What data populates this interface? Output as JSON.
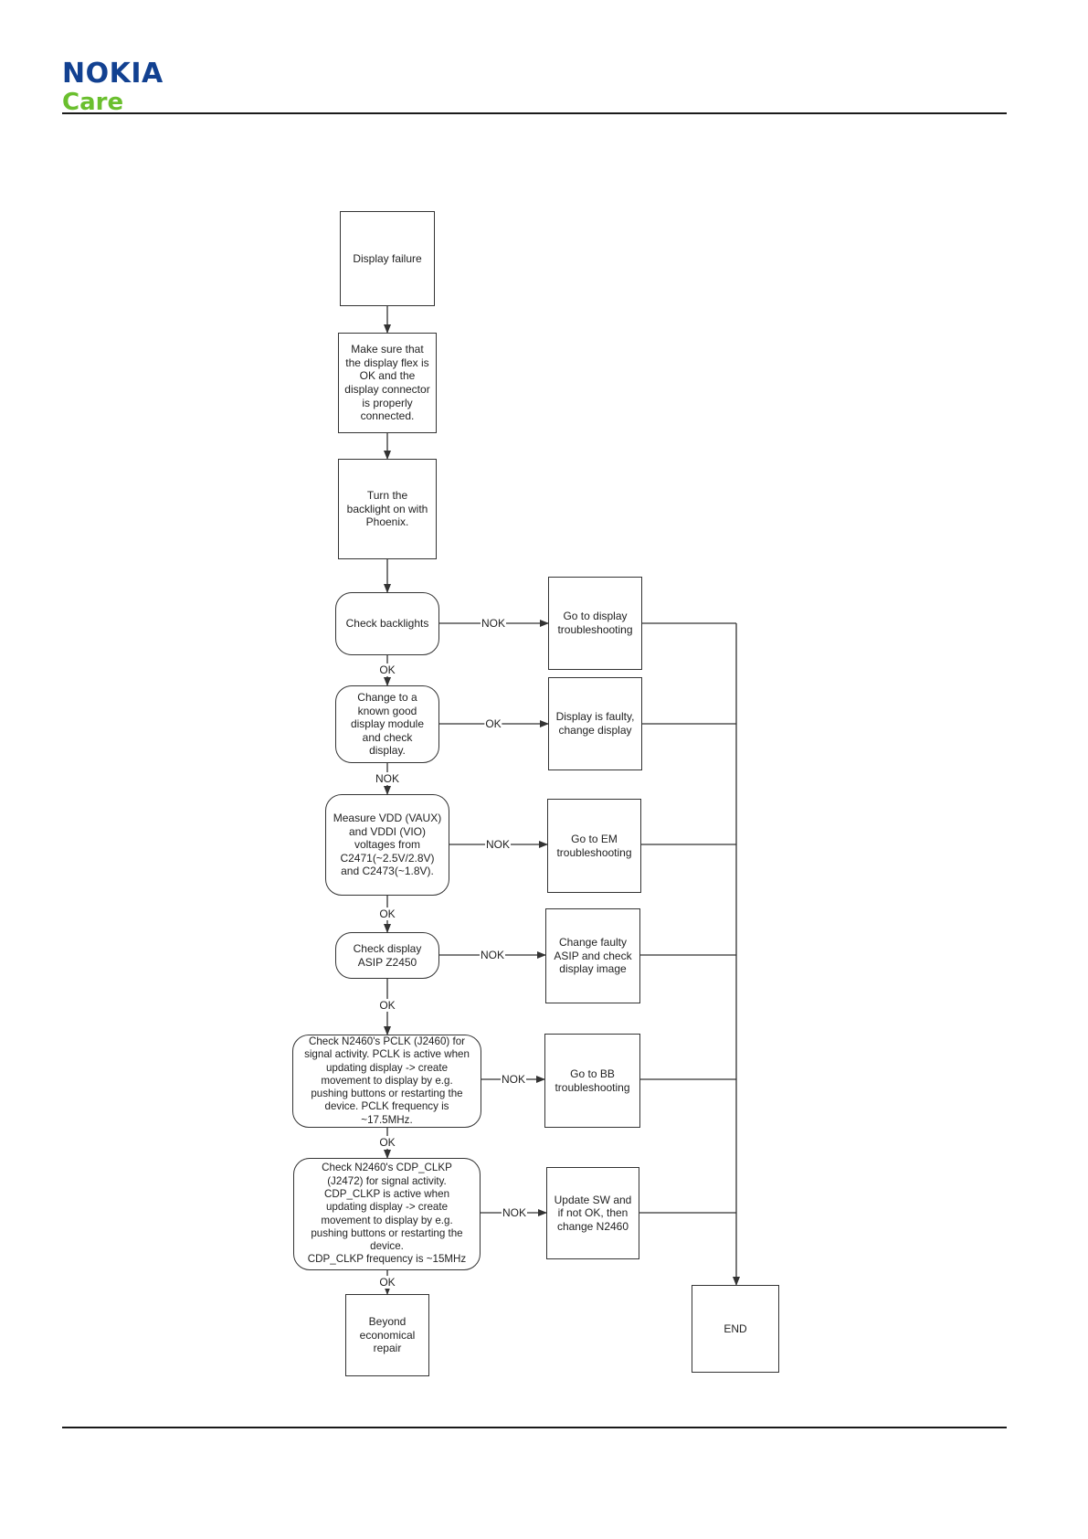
{
  "header": {
    "brand": "NOKIA",
    "sub_brand": "Care"
  },
  "colors": {
    "nokia_blue": "#124191",
    "care_green": "#6abf2e",
    "line": "#333333"
  },
  "flow": {
    "start": "Display failure",
    "step_flex": "Make sure that\nthe display flex is\nOK and the\ndisplay connector\nis properly\nconnected.",
    "step_backlight": "Turn the\nbacklight on with\nPhoenix.",
    "check_backlights": "Check backlights",
    "go_display_ts": "Go to display\ntroubleshooting",
    "change_module": "Change to a\nknown good\ndisplay module\nand check\ndisplay.",
    "display_faulty": "Display is faulty,\nchange display",
    "measure_vdd": "Measure VDD (VAUX)\nand VDDI (VIO)\nvoltages from\nC2471(~2.5V/2.8V)\nand C2473(~1.8V).",
    "go_em_ts": "Go to EM\ntroubleshooting",
    "check_asip": "Check display\nASIP Z2450",
    "change_asip": "Change faulty\nASIP and check\ndisplay image",
    "check_pclk": "Check N2460's PCLK (J2460) for\nsignal activity. PCLK is active when\nupdating display -> create\nmovement to display by e.g.\npushing buttons or restarting the\ndevice. PCLK frequency is\n~17.5MHz.",
    "go_bb_ts": "Go to BB\ntroubleshooting",
    "check_cdp": "Check N2460's CDP_CLKP\n(J2472) for signal activity.\nCDP_CLKP is active when\nupdating display -> create\nmovement to display by e.g.\npushing buttons or restarting the\ndevice.\nCDP_CLKP frequency is ~15MHz",
    "update_sw": "Update SW and\nif not OK, then\nchange N2460",
    "beyond_repair": "Beyond\neconomical\nrepair",
    "end": "END",
    "labels": {
      "nok_1": "NOK",
      "ok_1": "OK",
      "ok_2": "OK",
      "nok_2": "NOK",
      "nok_3": "NOK",
      "ok_3": "OK",
      "nok_4": "NOK",
      "ok_4": "OK",
      "nok_5": "NOK",
      "ok_5": "OK",
      "nok_6": "NOK",
      "ok_6": "OK"
    }
  }
}
